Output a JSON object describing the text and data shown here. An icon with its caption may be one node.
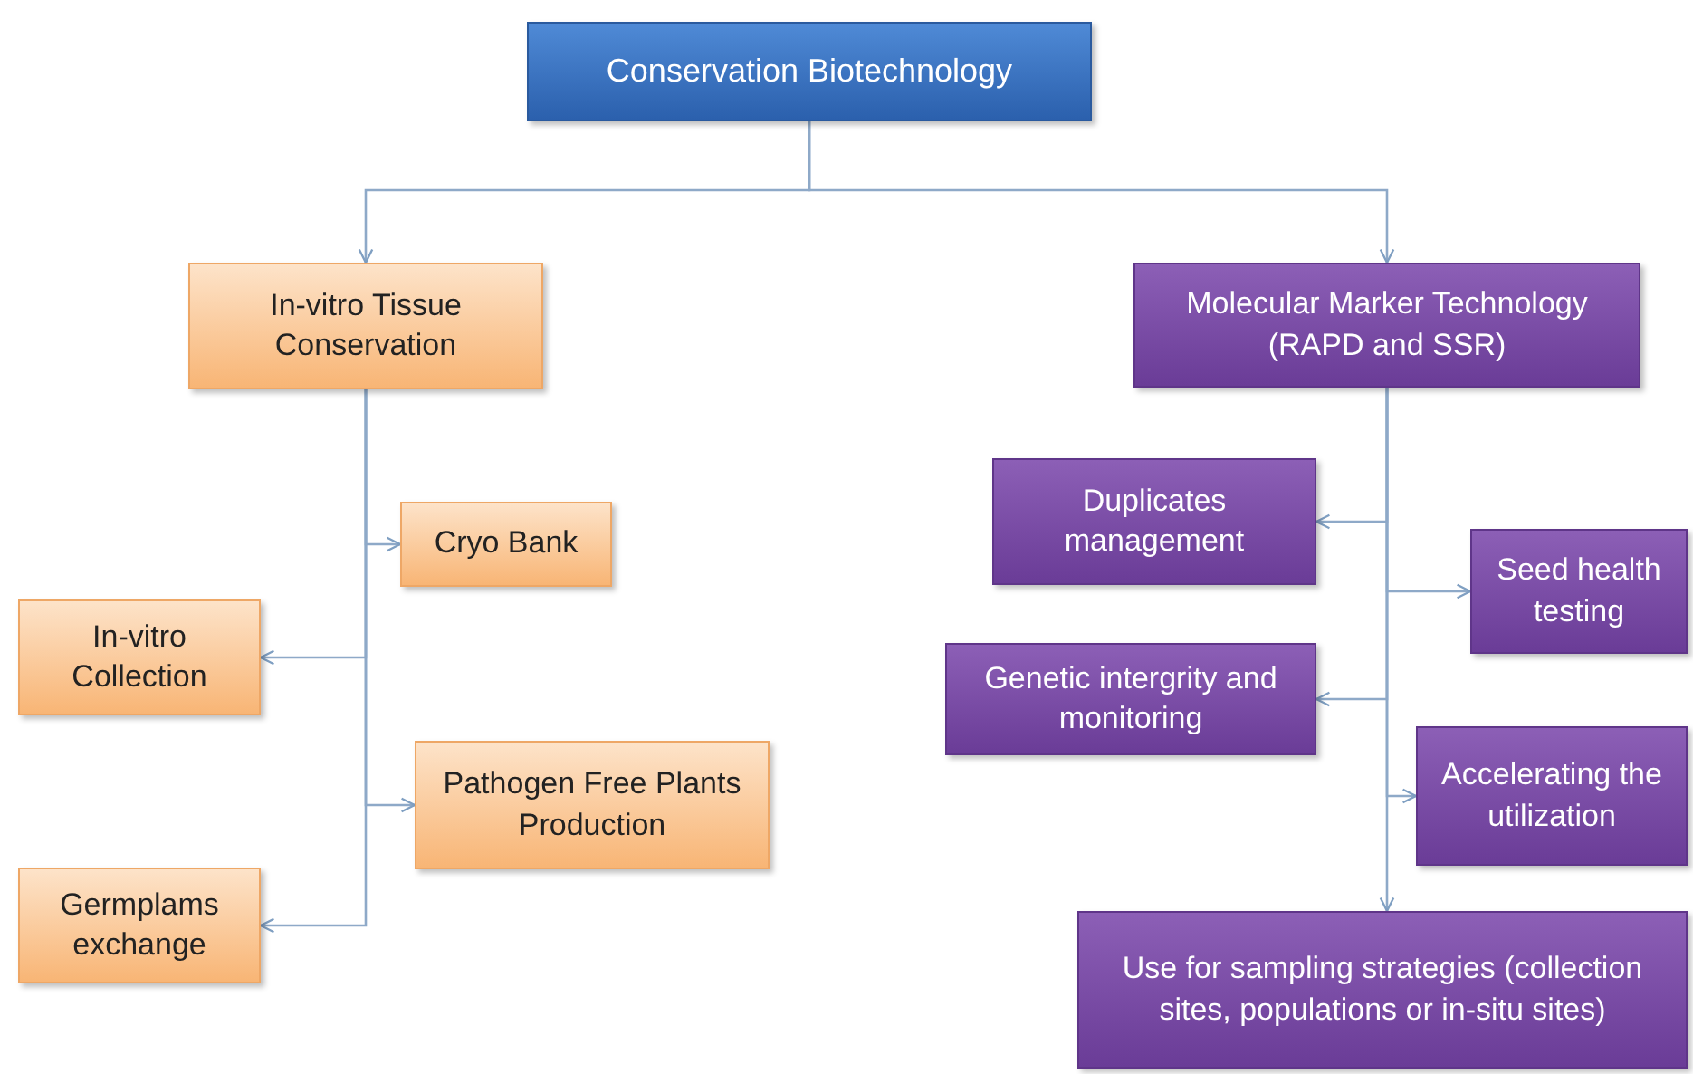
{
  "diagram": {
    "nodes": [
      {
        "text": [
          "Conservation Biotechnology"
        ]
      },
      {
        "text": [
          "In-vitro Tissue Conservation"
        ]
      },
      {
        "text": [
          "Cryo Bank"
        ]
      },
      {
        "text": [
          "In-vitro Collection"
        ]
      },
      {
        "text": [
          "Pathogen Free Plants Production"
        ]
      },
      {
        "text": [
          "Germplams exchange"
        ]
      },
      {
        "text": [
          "Molecular Marker Technology (RAPD and SSR)"
        ]
      },
      {
        "text": [
          "Duplicates management"
        ]
      },
      {
        "text": [
          "Seed health testing"
        ]
      },
      {
        "text": [
          "Genetic intergrity and monitoring"
        ]
      },
      {
        "text": [
          "Accelerating the utilization"
        ]
      },
      {
        "text": [
          "Use for sampling strategies (collection sites, populations or in-situ sites)"
        ]
      }
    ],
    "edges": [
      {
        "from": 0,
        "to": 1,
        "arrow": "to"
      },
      {
        "from": 0,
        "to": 6,
        "arrow": "to"
      },
      {
        "from": 1,
        "to": 2,
        "arrow": "to"
      },
      {
        "from": 1,
        "to": 3,
        "arrow": "to"
      },
      {
        "from": 1,
        "to": 4,
        "arrow": "to"
      },
      {
        "from": 1,
        "to": 5,
        "arrow": "to"
      },
      {
        "from": 6,
        "to": 7,
        "arrow": "to"
      },
      {
        "from": 6,
        "to": 8,
        "arrow": "to"
      },
      {
        "from": 6,
        "to": 9,
        "arrow": "to"
      },
      {
        "from": 6,
        "to": 10,
        "arrow": "to"
      },
      {
        "from": 6,
        "to": 11,
        "arrow": "to"
      }
    ]
  }
}
